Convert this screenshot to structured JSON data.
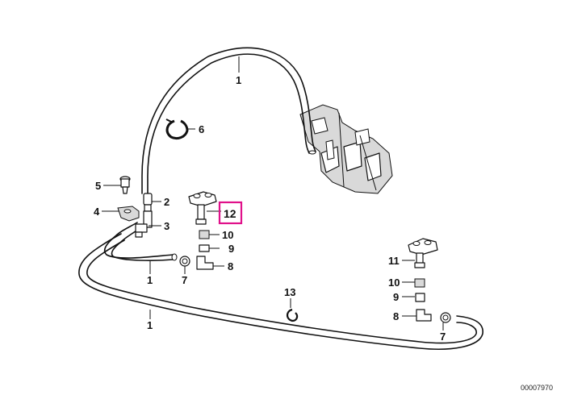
{
  "highlight_color": "#e0118a",
  "reference_number": "00007970",
  "callouts": {
    "c1_top": "1",
    "c1_mid": "1",
    "c1_bottom": "1",
    "c2": "2",
    "c3": "3",
    "c4": "4",
    "c5": "5",
    "c6": "6",
    "c7_left": "7",
    "c7_right": "7",
    "c8_left": "8",
    "c8_right": "8",
    "c9_left": "9",
    "c9_right": "9",
    "c10_left": "10",
    "c10_right": "10",
    "c11": "11",
    "c12": "12",
    "c13": "13"
  }
}
